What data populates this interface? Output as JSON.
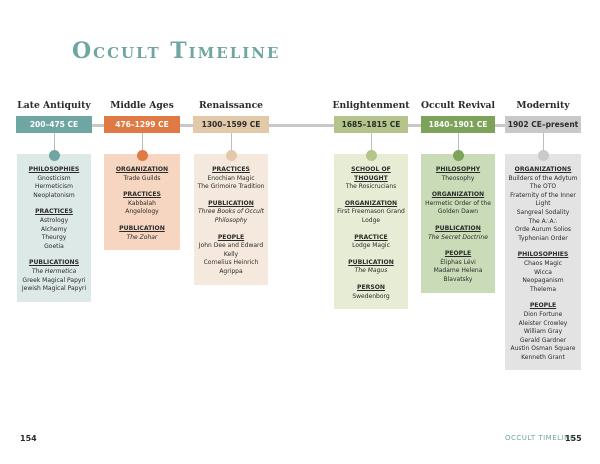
{
  "title": "Occult Timeline",
  "footer": {
    "left_page": "154",
    "right_label": "OCCULT TIMELINE",
    "right_page": "155"
  },
  "eras": [
    {
      "name": "Late Antiquity",
      "range": "200–475 CE",
      "color": "#6fa6a1",
      "card_color": "#dde9e7",
      "text_color": "#ffffff",
      "sections": [
        {
          "heading": "PHILOSOPHIES",
          "items": [
            {
              "text": "Gnosticism"
            },
            {
              "text": "Hermeticism"
            },
            {
              "text": "Neoplatonism"
            }
          ]
        },
        {
          "heading": "PRACTICES",
          "items": [
            {
              "text": "Astrology"
            },
            {
              "text": "Alchemy"
            },
            {
              "text": "Theurgy"
            },
            {
              "text": "Goetia"
            }
          ]
        },
        {
          "heading": "PUBLICATIONS",
          "items": [
            {
              "text": "The Hermetica",
              "italic": true
            },
            {
              "text": "Greek Magical Papyri"
            },
            {
              "text": "Jewish Magical Papyri"
            }
          ]
        }
      ]
    },
    {
      "name": "Middle Ages",
      "range": "476–1299 CE",
      "color": "#e07a45",
      "card_color": "#f6d6c1",
      "text_color": "#ffffff",
      "sections": [
        {
          "heading": "ORGANIZATION",
          "items": [
            {
              "text": "Trade Guilds"
            }
          ]
        },
        {
          "heading": "PRACTICES",
          "items": [
            {
              "text": "Kabbalah"
            },
            {
              "text": "Angelology"
            }
          ]
        },
        {
          "heading": "PUBLICATION",
          "items": [
            {
              "text": "The Zohar",
              "italic": true
            }
          ]
        }
      ]
    },
    {
      "name": "Renaissance",
      "range": "1300–1599 CE",
      "color": "#e2c9a9",
      "card_color": "#f4e9dc",
      "text_color": "#2b2b2b",
      "sections": [
        {
          "heading": "PRACTICES",
          "items": [
            {
              "text": "Enochian Magic"
            },
            {
              "text": "The Grimoire Tradition"
            }
          ]
        },
        {
          "heading": "PUBLICATION",
          "items": [
            {
              "text": "Three Books of Occult Philosophy",
              "italic": true
            }
          ]
        },
        {
          "heading": "PEOPLE",
          "items": [
            {
              "text": "John Dee and Edward Kelly"
            },
            {
              "text": "Cornelius Heinrich Agrippa"
            }
          ]
        }
      ]
    },
    {
      "name": "Enlightenment",
      "range": "1685–1815 CE",
      "color": "#b5c48a",
      "card_color": "#e7ecd4",
      "text_color": "#2b2b2b",
      "sections": [
        {
          "heading": "SCHOOL OF THOUGHT",
          "items": [
            {
              "text": "The Rosicrucians"
            }
          ]
        },
        {
          "heading": "ORGANIZATION",
          "items": [
            {
              "text": "First Freemason Grand Lodge"
            }
          ]
        },
        {
          "heading": "PRACTICE",
          "items": [
            {
              "text": "Lodge Magic"
            }
          ]
        },
        {
          "heading": "PUBLICATION",
          "items": [
            {
              "text": "The Magus",
              "italic": true
            }
          ]
        },
        {
          "heading": "PERSON",
          "items": [
            {
              "text": "Swedenborg"
            }
          ]
        }
      ]
    },
    {
      "name": "Occult Revival",
      "range": "1840–1901 CE",
      "color": "#7da35a",
      "card_color": "#c9dcb7",
      "text_color": "#ffffff",
      "sections": [
        {
          "heading": "PHILOSOPHY",
          "items": [
            {
              "text": "Theosophy"
            }
          ]
        },
        {
          "heading": "ORGANIZATION",
          "items": [
            {
              "text": "Hermetic Order of the Golden Dawn"
            }
          ]
        },
        {
          "heading": "PUBLICATION",
          "items": [
            {
              "text": "The Secret Doctrine",
              "italic": true
            }
          ]
        },
        {
          "heading": "PEOPLE",
          "items": [
            {
              "text": "Éliphas Lévi"
            },
            {
              "text": "Madame Helena Blavatsky"
            }
          ]
        }
      ]
    },
    {
      "name": "Modernity",
      "range": "1902 CE–present",
      "color": "#c9c9c9",
      "card_color": "#e3e3e3",
      "text_color": "#2b2b2b",
      "sections": [
        {
          "heading": "ORGANIZATIONS",
          "items": [
            {
              "text": "Builders of the Adytum"
            },
            {
              "text": "The OTO"
            },
            {
              "text": "Fraternity of the Inner Light"
            },
            {
              "text": "Sangreal Sodality"
            },
            {
              "text": "The A∴A∴"
            },
            {
              "text": "Orde Aurum Solios"
            },
            {
              "text": "Typhonian Order"
            }
          ]
        },
        {
          "heading": "PHILOSOPHIES",
          "items": [
            {
              "text": "Chaos Magic"
            },
            {
              "text": "Wicca"
            },
            {
              "text": "Neopaganism"
            },
            {
              "text": "Thelema"
            }
          ]
        },
        {
          "heading": "PEOPLE",
          "items": [
            {
              "text": "Dion Fortune"
            },
            {
              "text": "Aleister Crowley"
            },
            {
              "text": "William Gray"
            },
            {
              "text": "Gerald Gardner"
            },
            {
              "text": "Austin Osman Square"
            },
            {
              "text": "Kenneth Grant"
            }
          ]
        }
      ]
    }
  ]
}
